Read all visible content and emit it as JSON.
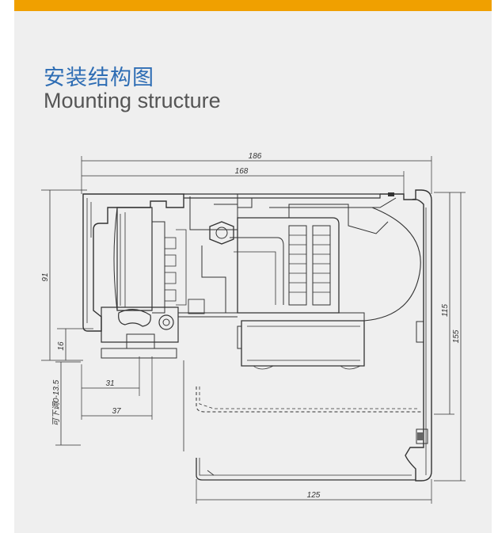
{
  "header": {
    "title_cn": "安装结构图",
    "title_en": "Mounting structure"
  },
  "colors": {
    "accent": "#f0a000",
    "title_cn": "#2e6db4",
    "title_en": "#555555",
    "panel": "#efefef"
  },
  "dimensions": {
    "d186": "186",
    "d168": "168",
    "d91": "91",
    "d16": "16",
    "d31": "31",
    "d37": "37",
    "adjust": "可下调0-13.5",
    "d115": "115",
    "d155": "155",
    "d125": "125"
  }
}
